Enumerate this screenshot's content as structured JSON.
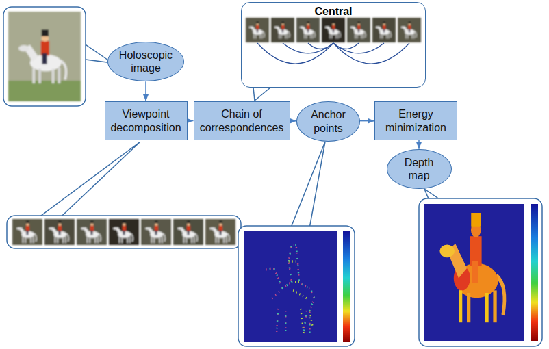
{
  "diagram": {
    "nodes": [
      {
        "text": [
          "Holoscopic image"
        ]
      },
      {
        "text": [
          "Central"
        ]
      },
      {
        "text": [
          "Viewpoint decomposition"
        ]
      },
      {
        "text": [
          "Chain of correspondences"
        ]
      },
      {
        "text": [
          "Anchor points"
        ]
      },
      {
        "text": [
          "Energy minimization"
        ]
      },
      {
        "text": [
          "Depth map"
        ]
      }
    ],
    "edges": [
      {
        "from": 0,
        "to": 2,
        "arrow": "to"
      },
      {
        "from": 2,
        "to": 3,
        "arrow": "to"
      },
      {
        "from": 3,
        "to": 4,
        "arrow": "to"
      },
      {
        "from": 4,
        "to": 5,
        "arrow": "to"
      },
      {
        "from": 5,
        "to": 6,
        "arrow": "to"
      }
    ]
  }
}
